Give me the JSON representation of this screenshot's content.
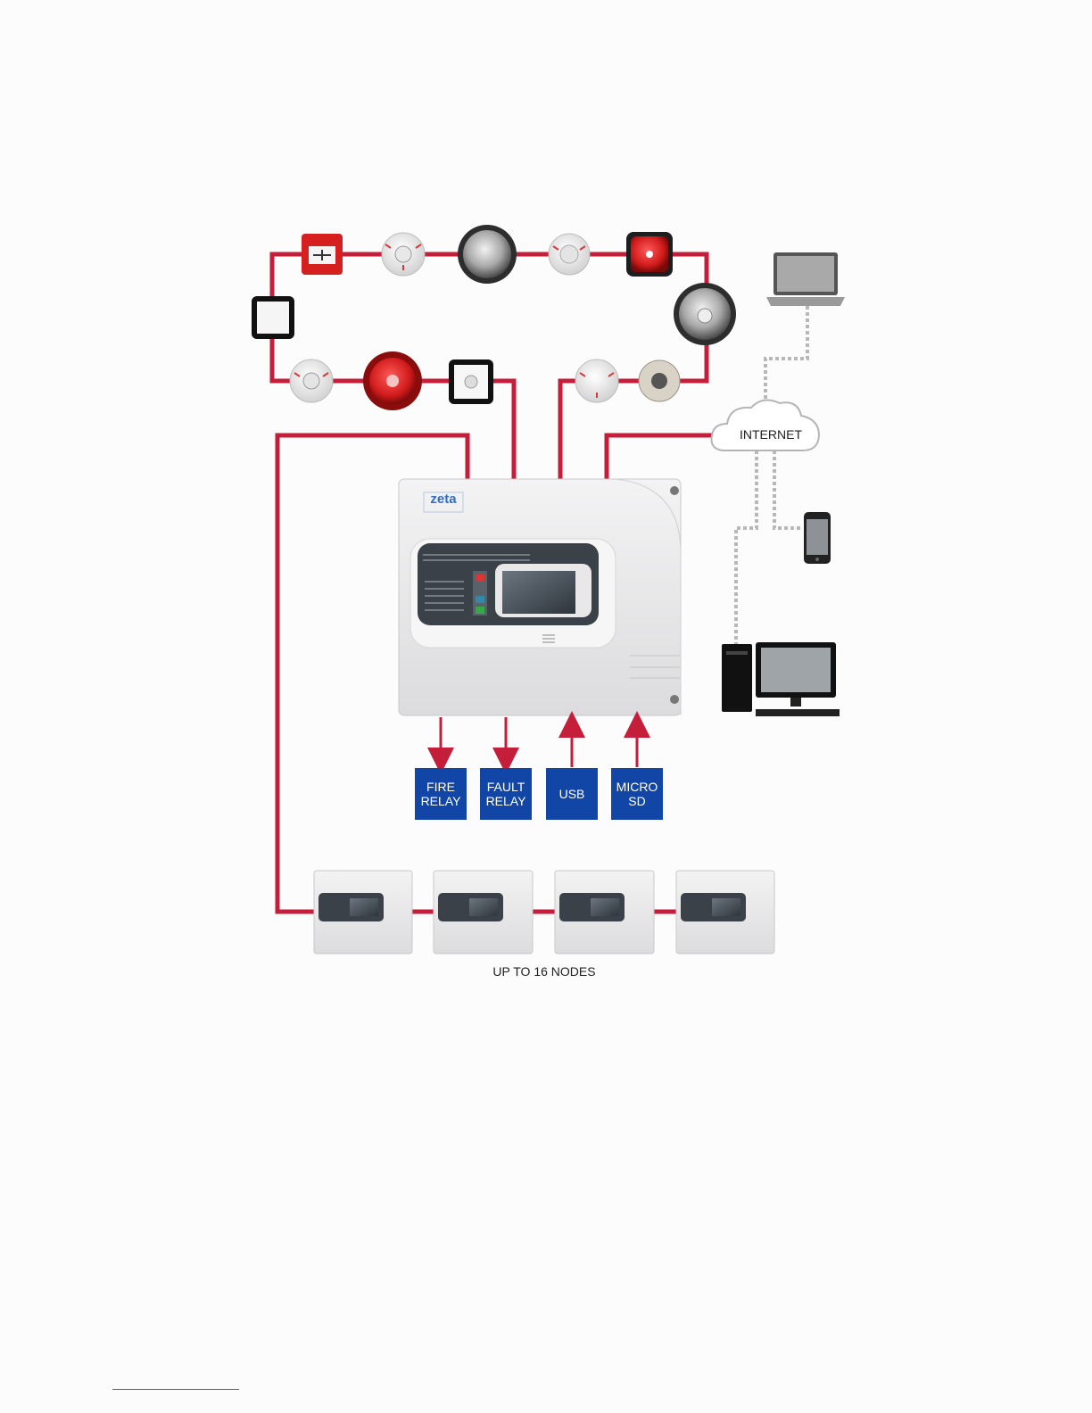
{
  "network": {
    "internet_label": "INTERNET"
  },
  "outputs": [
    {
      "label": "FIRE\nRELAY",
      "direction": "out"
    },
    {
      "label": "FAULT\nRELAY",
      "direction": "out"
    },
    {
      "label": "USB",
      "direction": "in"
    },
    {
      "label": "MICRO\nSD",
      "direction": "in"
    }
  ],
  "nodes": {
    "caption": "UP TO 16 NODES"
  },
  "brand": {
    "logo_text": "zeta"
  },
  "colors": {
    "loop_wire": "#c41e3a",
    "output_box": "#1146a7",
    "network_dotted": "#b8b8b8",
    "panel_body": "#e9e9ea"
  }
}
